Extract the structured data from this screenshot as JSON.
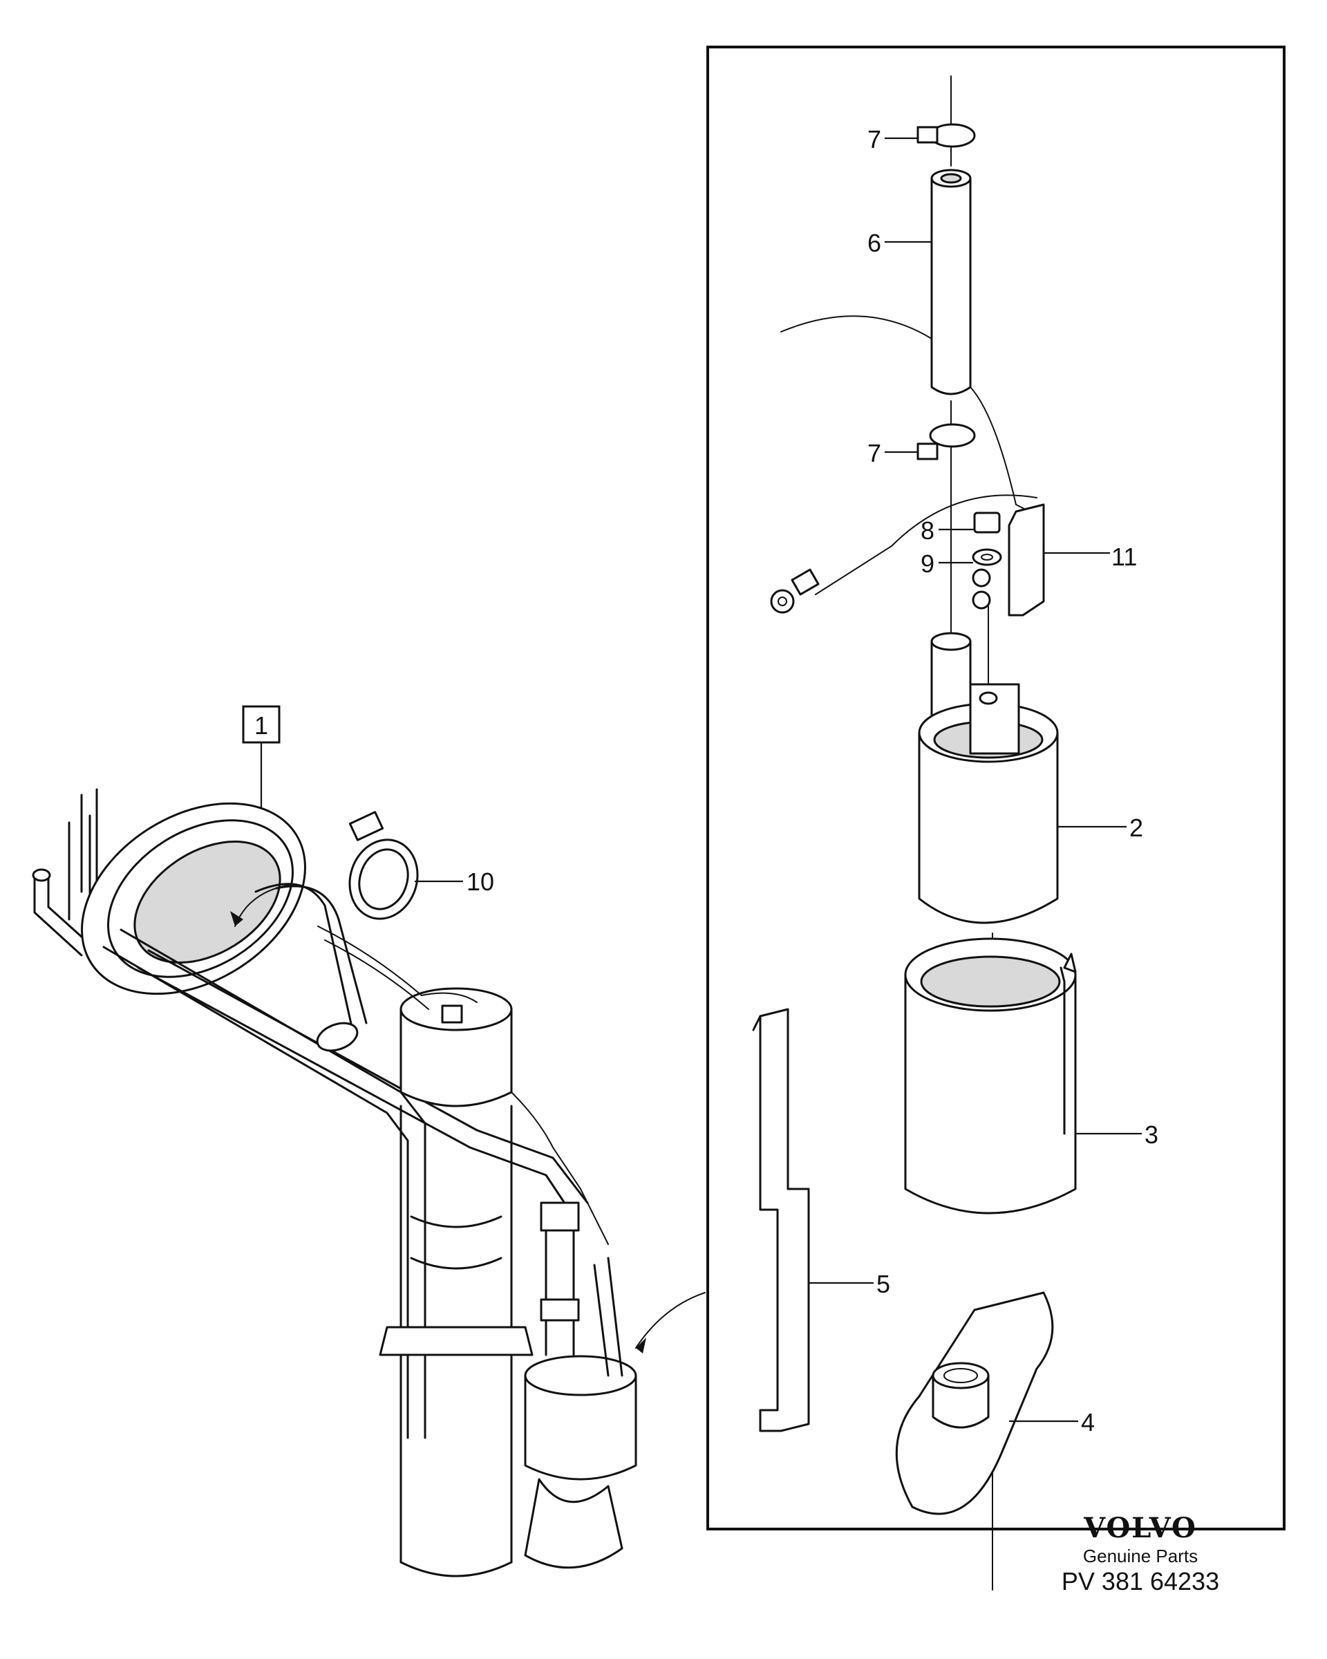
{
  "callouts": {
    "c1": "1",
    "c2": "2",
    "c3": "3",
    "c4": "4",
    "c5": "5",
    "c6": "6",
    "c7a": "7",
    "c7b": "7",
    "c8": "8",
    "c9": "9",
    "c10": "10",
    "c11": "11"
  },
  "footer": {
    "brand": "VOLVO",
    "subtitle": "Genuine Parts",
    "code": "PV 381 64233"
  }
}
